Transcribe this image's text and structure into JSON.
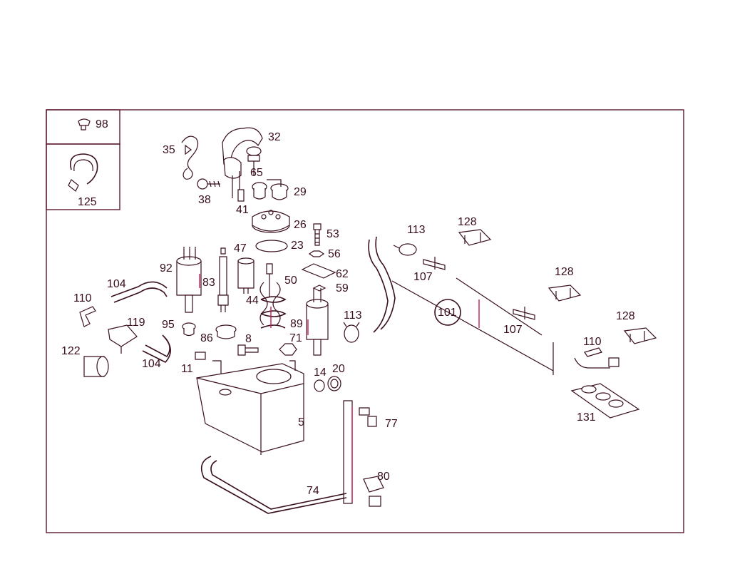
{
  "labels": {
    "l98": "98",
    "l125": "125",
    "l35": "35",
    "l32": "32",
    "l65": "65",
    "l29": "29",
    "l38": "38",
    "l41": "41",
    "l26": "26",
    "l53": "53",
    "l23": "23",
    "l56": "56",
    "l47": "47",
    "l92": "92",
    "l83": "83",
    "l50": "50",
    "l62": "62",
    "l59": "59",
    "l104a": "104",
    "l110a": "110",
    "l44": "44",
    "l89": "89",
    "l113a": "113",
    "l119": "119",
    "l95": "95",
    "l86": "86",
    "l8": "8",
    "l71": "71",
    "l122": "122",
    "l104b": "104",
    "l11": "11",
    "l14": "14",
    "l20": "20",
    "l5": "5",
    "l77": "77",
    "l80": "80",
    "l74": "74",
    "l113b": "113",
    "l128a": "128",
    "l107a": "107",
    "l128b": "128",
    "l101": "101",
    "l107b": "107",
    "l128c": "128",
    "l110b": "110",
    "l131": "131"
  },
  "colors": {
    "line": "#3a0f1d",
    "accent": "#c31d55",
    "frame": "#5a1a30"
  }
}
